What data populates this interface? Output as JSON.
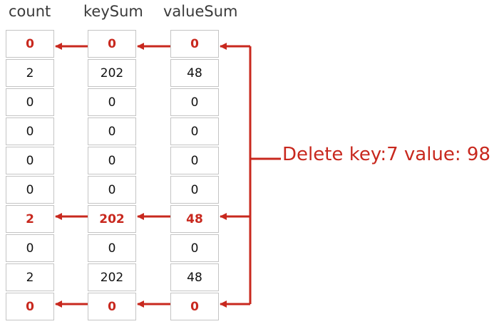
{
  "headers": {
    "count": "count",
    "keySum": "keySum",
    "valueSum": "valueSum"
  },
  "columns": {
    "count": [
      "0",
      "2",
      "0",
      "0",
      "0",
      "0",
      "2",
      "0",
      "2",
      "0"
    ],
    "keySum": [
      "0",
      "202",
      "0",
      "0",
      "0",
      "0",
      "202",
      "0",
      "202",
      "0"
    ],
    "valueSum": [
      "0",
      "48",
      "0",
      "0",
      "0",
      "0",
      "48",
      "0",
      "48",
      "0"
    ]
  },
  "highlighted_rows": [
    0,
    6,
    9
  ],
  "operation_label": "Delete key:7 value: 98",
  "colors": {
    "highlight": "#c8281e",
    "text": "#111111",
    "border": "#c4c4c4"
  }
}
